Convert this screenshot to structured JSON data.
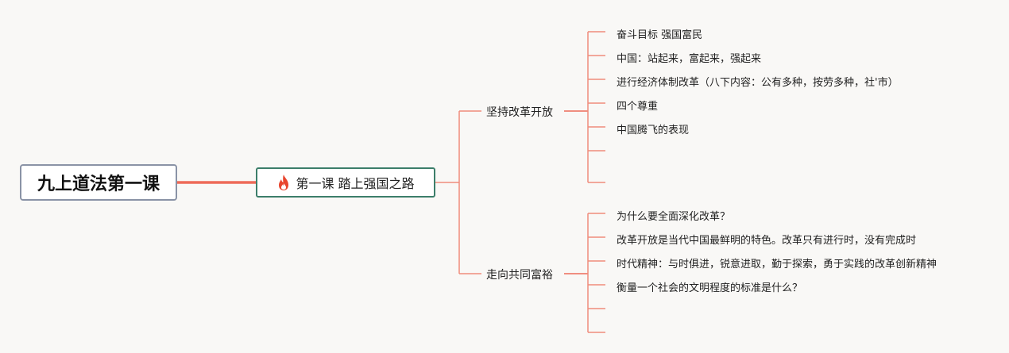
{
  "root": {
    "label": "九上道法第一课"
  },
  "main": {
    "icon": "fire-icon",
    "label": "第一课 踏上强国之路"
  },
  "branches": [
    {
      "label": "坚持改革开放",
      "leaves": [
        "奋斗目标 强国富民",
        "中国：站起来，富起来，强起来",
        "进行经济体制改革（八下内容：公有多种，按劳多种，社'市）",
        "四个尊重",
        "中国腾飞的表现",
        "",
        ""
      ]
    },
    {
      "label": "走向共同富裕",
      "leaves": [
        "为什么要全面深化改革？",
        "改革开放是当代中国最鲜明的特色。改革只有进行时，没有完成时",
        "时代精神：与时俱进，锐意进取，勤于探索，勇于实践的改革创新精神",
        "衡量一个社会的文明程度的标准是什么？",
        "",
        ""
      ]
    }
  ],
  "colors": {
    "connector": "#f08c7c",
    "root_connector": "#ee6a58",
    "main_border": "#3c7e6a",
    "root_border": "#8a93a6",
    "fire": "#e8452e"
  }
}
